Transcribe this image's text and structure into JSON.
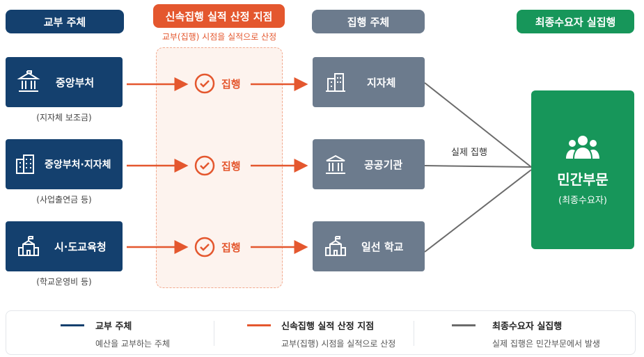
{
  "headers": {
    "col1": "교부 주체",
    "col2": "신속집행 실적 산정 지점",
    "col2_note": "교부(집행) 시점을 실적으로 산정",
    "col3": "집행 주체",
    "col4": "최종수요자 실집행"
  },
  "grant_entities": [
    {
      "label": "중앙부처",
      "note": "(지자체 보조금)",
      "icon": "government-building-icon"
    },
    {
      "label": "중앙부처·지자체",
      "note": "(사업출연금 등)",
      "icon": "office-building-icon"
    },
    {
      "label": "시·도교육청",
      "note": "(학교운영비 등)",
      "icon": "school-icon"
    }
  ],
  "execution_point_label": "집행",
  "executing_entities": [
    {
      "label": "지자체",
      "icon": "city-building-icon"
    },
    {
      "label": "공공기관",
      "icon": "institution-icon"
    },
    {
      "label": "일선 학교",
      "icon": "school-icon"
    }
  ],
  "flow_label": "실제 집행",
  "final": {
    "title": "민간부문",
    "subtitle": "(최종수요자)",
    "icon": "people-icon"
  },
  "legend": [
    {
      "title": "교부 주체",
      "desc": "예산을 교부하는 주체",
      "color": "#14406e"
    },
    {
      "title": "신속집행 실적 산정 지점",
      "desc": "교부(집행) 시점을 실적으로 산정",
      "color": "#e4572e"
    },
    {
      "title": "최종수요자 실집행",
      "desc": "실제 집행은 민간부문에서 발생",
      "color": "#6b6b6b"
    }
  ],
  "colors": {
    "navy": "#14406e",
    "orange": "#e4572e",
    "gray": "#6c7b8d",
    "green": "#17965a"
  }
}
